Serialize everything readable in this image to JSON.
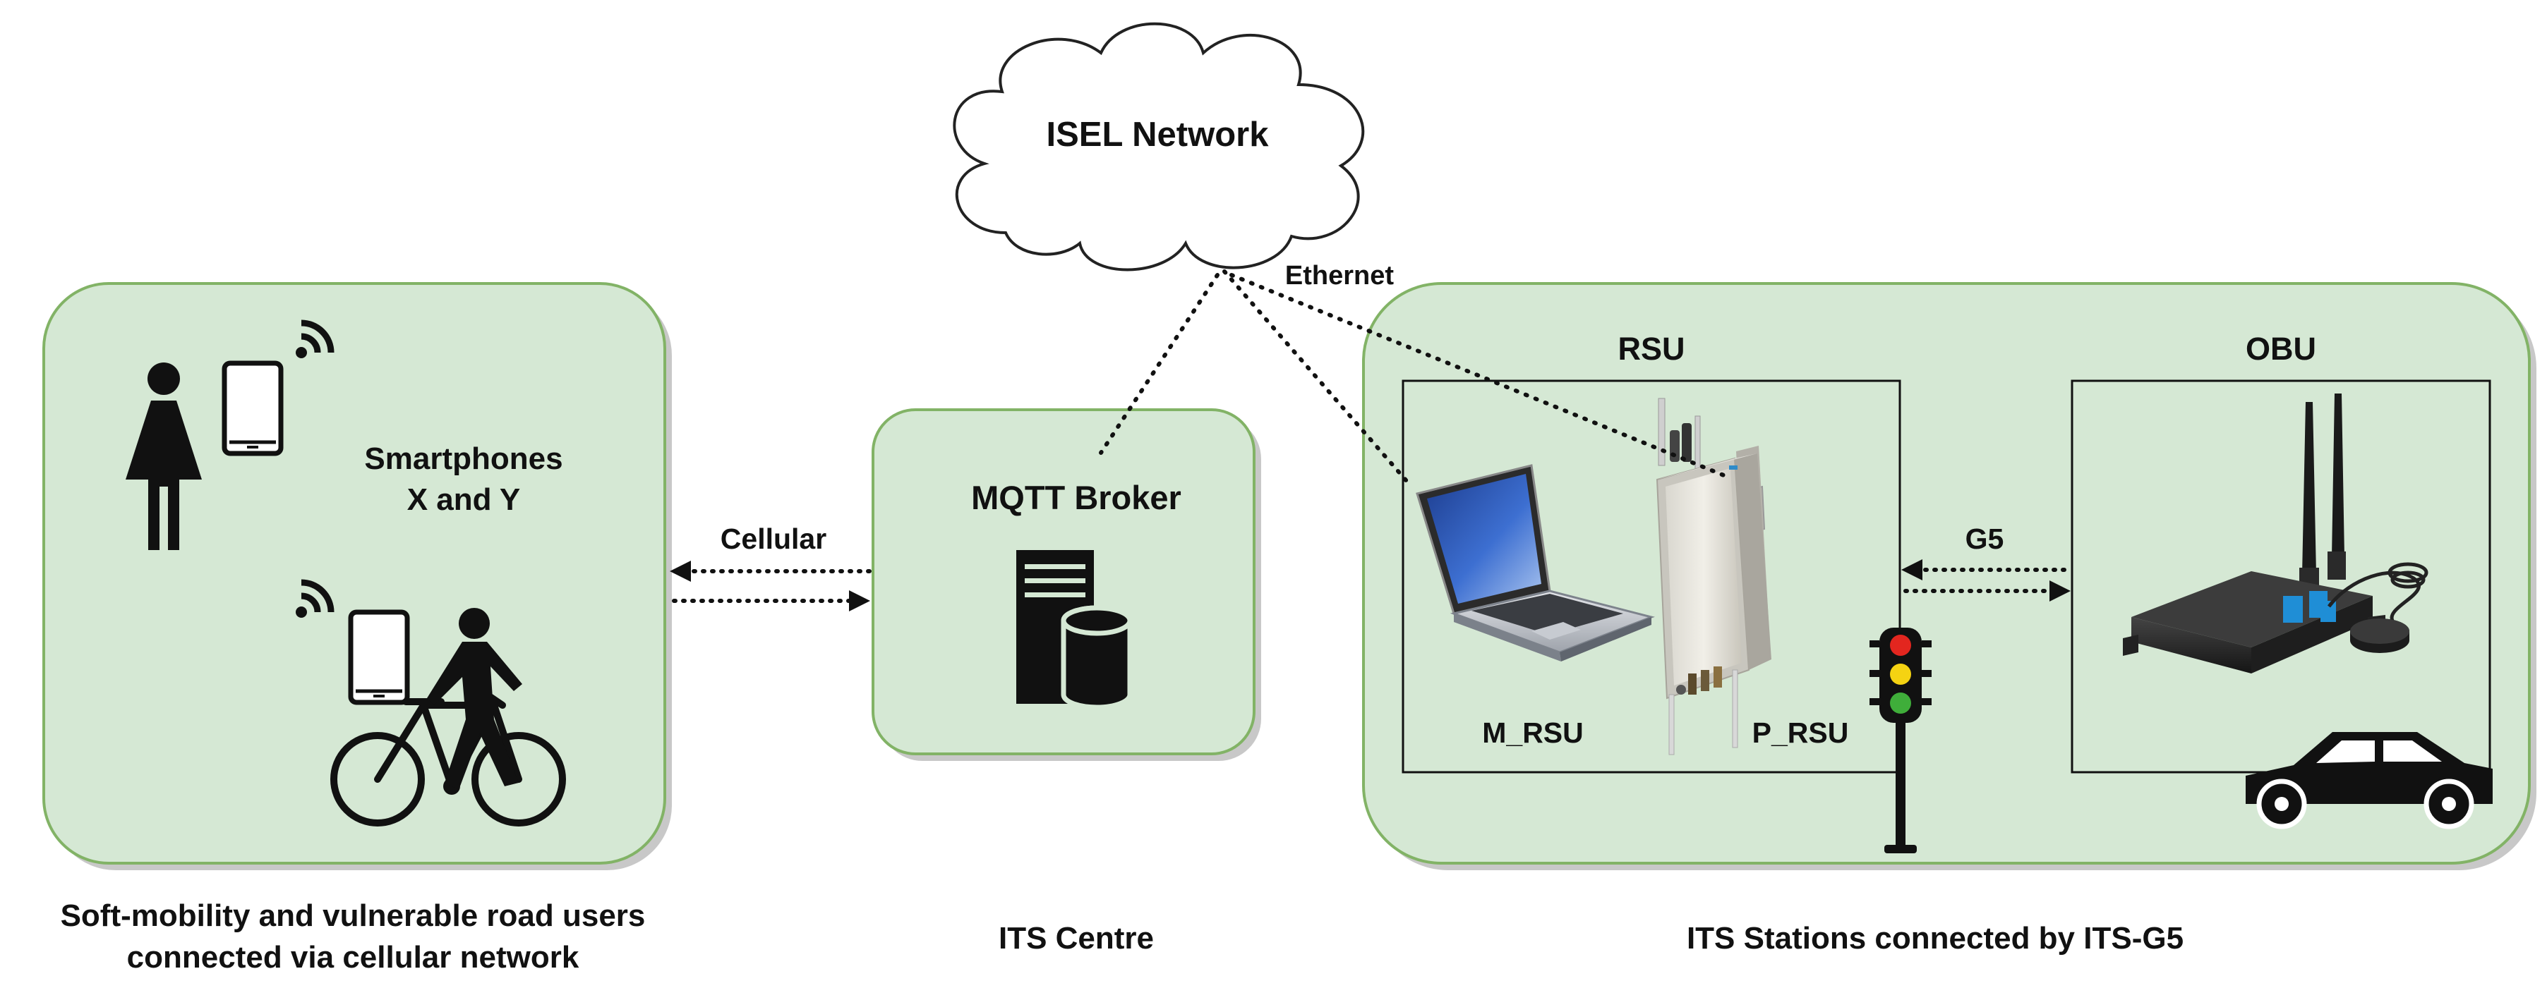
{
  "cloud": {
    "label": "ISEL Network"
  },
  "links": {
    "ethernet": "Ethernet",
    "cellular": "Cellular",
    "g5": "G5"
  },
  "users_panel": {
    "label_line1": "Smartphones",
    "label_line2": "X and Y",
    "caption_line1": "Soft-mobility and vulnerable road users",
    "caption_line2": "connected via cellular network"
  },
  "broker_panel": {
    "label": "MQTT Broker",
    "caption": "ITS Centre"
  },
  "stations_panel": {
    "caption": "ITS Stations connected by ITS-G5",
    "rsu": {
      "title": "RSU",
      "m_label": "M_RSU",
      "p_label": "P_RSU"
    },
    "obu": {
      "title": "OBU"
    }
  },
  "colors": {
    "panel_fill": "#d5e8d4",
    "panel_border": "#82b366",
    "ink": "#111111"
  }
}
